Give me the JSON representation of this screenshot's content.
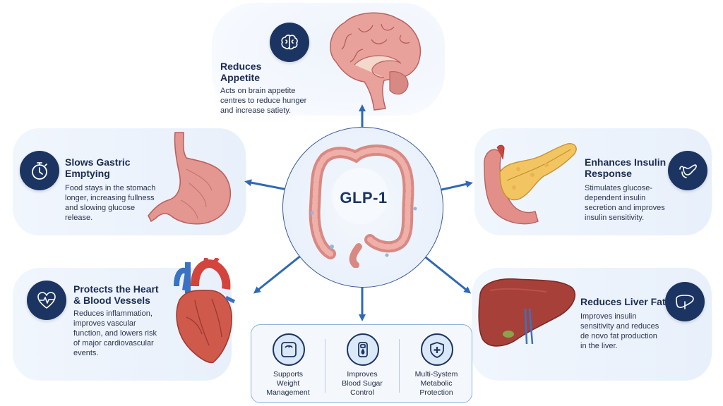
{
  "center": {
    "label": "GLP-1"
  },
  "effects": {
    "appetite": {
      "title_line1": "Reduces",
      "title_line2": "Appetite",
      "desc": [
        "Acts on brain appetite",
        "centres to reduce hunger",
        "and increase satiety."
      ],
      "icon": "brain-icon"
    },
    "gastric": {
      "title_line1": "Slows Gastric",
      "title_line2": "Emptying",
      "desc": [
        "Food stays in the stomach",
        "longer, increasing fullness",
        "and slowing glucose",
        "release."
      ],
      "icon": "stopwatch-icon"
    },
    "insulin": {
      "title_line1": "Enhances Insulin",
      "title_line2": "Response",
      "desc": [
        "Stimulates glucose-",
        "dependent insulin",
        "secretion and improves",
        "insulin sensitivity."
      ],
      "icon": "pancreas-icon"
    },
    "heart": {
      "title_line1": "Protects the Heart",
      "title_line2": "& Blood Vessels",
      "desc": [
        "Reduces inflammation,",
        "improves vascular",
        "function, and lowers risk",
        "of major cardiovascular",
        "events."
      ],
      "icon": "heart-pulse-icon"
    },
    "liver": {
      "title_line1": "Reduces Liver Fat",
      "desc": [
        "Improves insulin",
        "sensitivity and reduces",
        "de novo fat production",
        "in the liver."
      ],
      "icon": "liver-icon"
    }
  },
  "bottom": [
    {
      "line1": "Supports",
      "line2": "Weight",
      "line3": "Management",
      "icon": "scale-icon"
    },
    {
      "line1": "Improves",
      "line2": "Blood Sugar",
      "line3": "Control",
      "icon": "glucometer-icon"
    },
    {
      "line1": "Multi-System",
      "line2": "Metabolic",
      "line3": "Protection",
      "icon": "shield-plus-icon"
    }
  ],
  "colors": {
    "navy": "#1c3462",
    "arrow": "#2f69b5",
    "panel": "#eaf1fb",
    "organ": "#e0928c",
    "organ_dark": "#b85c5a"
  }
}
